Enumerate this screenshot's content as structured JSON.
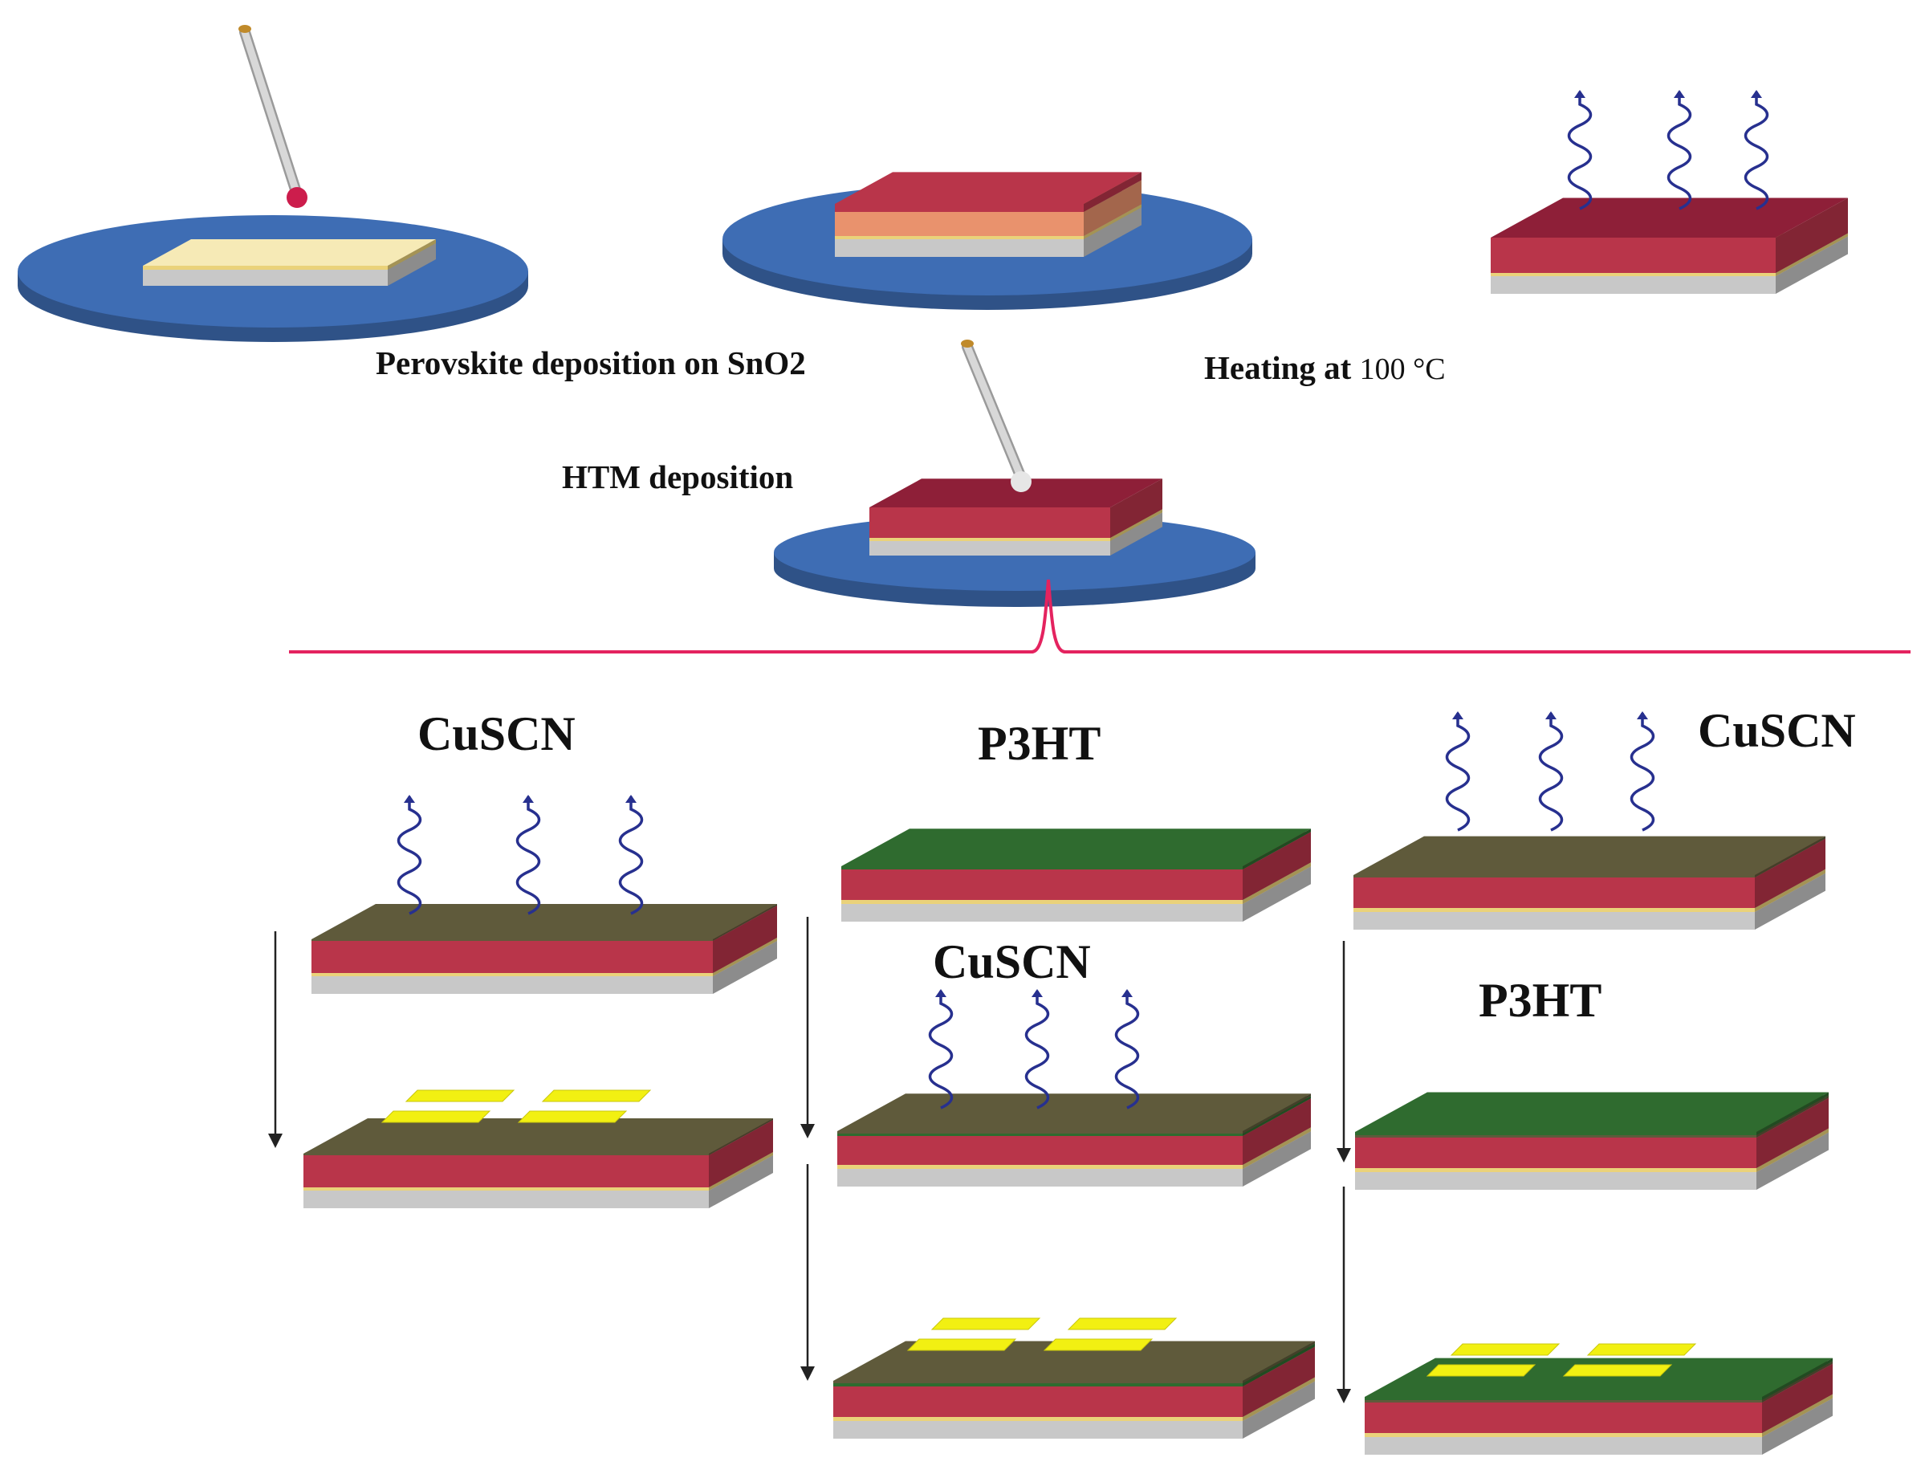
{
  "labels": {
    "perovskite_step": "Perovskite deposition on SnO2",
    "heating_step_prefix": "Heating at",
    "heating_step_temp": "100 °C",
    "htm_step": "HTM deposition",
    "col1_top": "CuSCN",
    "col2_top": "P3HT",
    "col2_mid": "CuSCN",
    "col3_top": "CuSCN",
    "col3_mid": "P3HT"
  },
  "colors": {
    "spin_disk": "#3e6db4",
    "glass": "#c8c8c8",
    "sno2": "#ead27a",
    "sno2_film_top": "#f6eab6",
    "perovskite": "#b9354a",
    "perovskite_top": "#8e1f38",
    "precursor_orange": "#e9926d",
    "cuscn_layer": "#5f5a3b",
    "p3ht_layer": "#2f6b2f",
    "gold_electrode": "#f2f012",
    "heat_wave": "#27308f",
    "divider": "#e4235f",
    "pipette": "#d8d8d8"
  }
}
